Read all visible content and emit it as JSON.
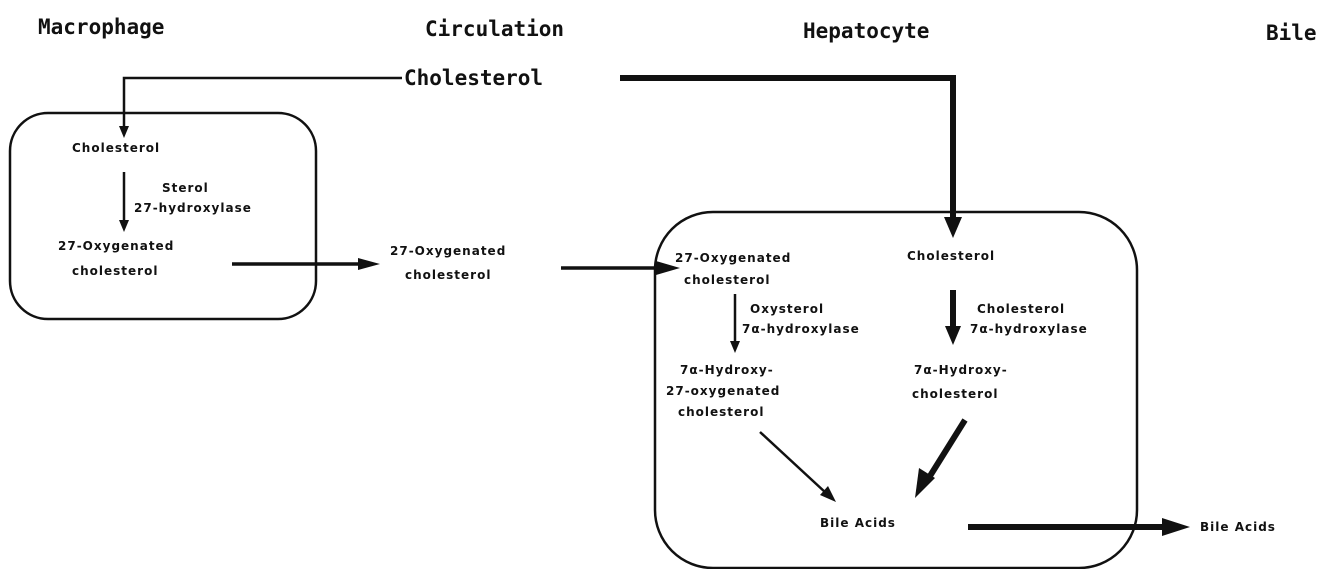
{
  "headers": {
    "macrophage": "Macrophage",
    "circulation": "Circulation",
    "hepatocyte": "Hepatocyte",
    "bile": "Bile"
  },
  "source": {
    "cholesterol": "Cholesterol"
  },
  "macrophage": {
    "cholesterol": "Cholesterol",
    "enzyme_line1": "Sterol",
    "enzyme_line2": "27-hydroxylase",
    "product_line1": "27-Oxygenated",
    "product_line2": "cholesterol"
  },
  "circulation": {
    "product_line1": "27-Oxygenated",
    "product_line2": "cholesterol"
  },
  "hepatocyte": {
    "left_substrate_line1": "27-Oxygenated",
    "left_substrate_line2": "cholesterol",
    "left_enzyme_line1": "Oxysterol",
    "left_enzyme_line2": "7α-hydroxylase",
    "left_product_line1": "7α-Hydroxy-",
    "left_product_line2": "27-oxygenated",
    "left_product_line3": "cholesterol",
    "right_substrate": "Cholesterol",
    "right_enzyme_line1": "Cholesterol",
    "right_enzyme_line2": "7α-hydroxylase",
    "right_product_line1": "7α-Hydroxy-",
    "right_product_line2": "cholesterol",
    "bile_acids": "Bile Acids"
  },
  "bile": {
    "bile_acids": "Bile Acids"
  }
}
